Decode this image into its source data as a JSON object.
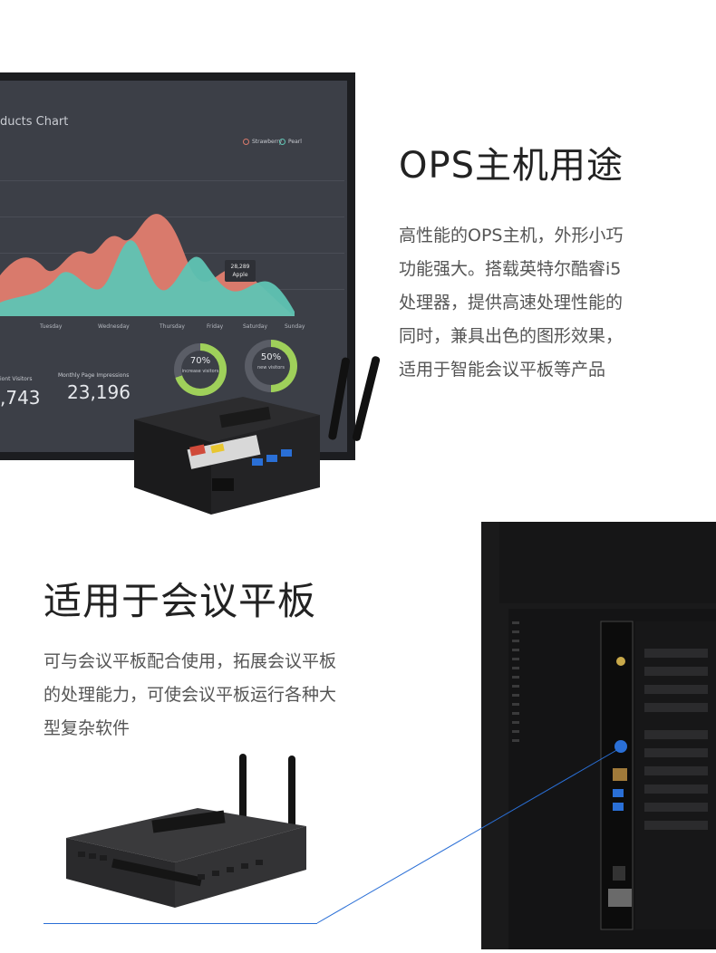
{
  "section1": {
    "heading": "OPS主机用途",
    "description_lines": [
      "高性能的OPS主机，外形小巧",
      "功能强大。搭载英特尔酷睿i5",
      "处理器，提供高速处理性能的",
      "同时，兼具出色的图形效果，",
      "适用于智能会议平板等产品"
    ],
    "screen": {
      "chart_title": "ducts Chart",
      "legend": [
        "Strawberry",
        "Pearl"
      ],
      "days": [
        "Tuesday",
        "Wednesday",
        "Thursday",
        "Friday",
        "Saturday",
        "Sunday"
      ],
      "tooltip_value": "28,289",
      "tooltip_label": "Apple",
      "stat1_label": "iont Visitors",
      "stat1_value": ",743",
      "stat2_label": "Monthly Page Impressions",
      "stat2_value": "23,196",
      "donut1_pct": "70%",
      "donut1_label": "increase visitors",
      "donut2_pct": "50%",
      "donut2_label": "new visitors"
    }
  },
  "section2": {
    "heading": "适用于会议平板",
    "description_lines": [
      "可与会议平板配合使用，拓展会议平板",
      "的处理能力，可使会议平板运行各种大",
      "型复杂软件"
    ]
  },
  "colors": {
    "accent_blue": "#2a6fd6",
    "chart_teal": "#5fc4b4",
    "chart_salmon": "#d97a6c",
    "donut_green": "#9fd05a"
  }
}
